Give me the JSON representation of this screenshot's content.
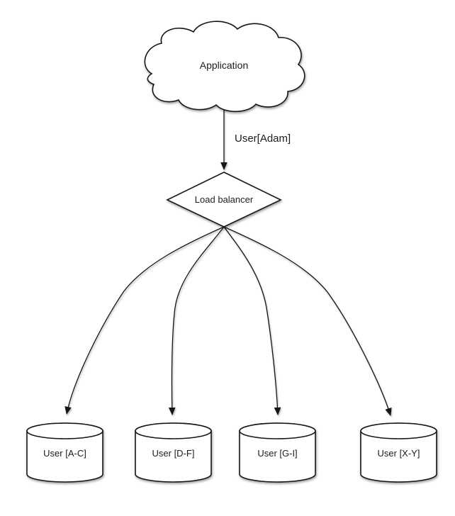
{
  "diagram": {
    "title": "database-sharding-load-balancer-diagram",
    "nodes": {
      "application": {
        "label": "Application",
        "shape": "cloud"
      },
      "load_balancer": {
        "label": "Load balancer",
        "shape": "diamond"
      },
      "shards": [
        {
          "label": "User [A-C]",
          "shape": "cylinder"
        },
        {
          "label": "User [D-F]",
          "shape": "cylinder"
        },
        {
          "label": "User [G-I]",
          "shape": "cylinder"
        },
        {
          "label": "User [X-Y]",
          "shape": "cylinder"
        }
      ]
    },
    "edges": {
      "app_to_lb": {
        "label": "User[Adam]"
      },
      "lb_to_shards_count": "4"
    },
    "colors": {
      "background": "#ffffff",
      "shape_fill": "#ffffff",
      "stroke": "#161616",
      "text": "#1c1c1c"
    }
  }
}
